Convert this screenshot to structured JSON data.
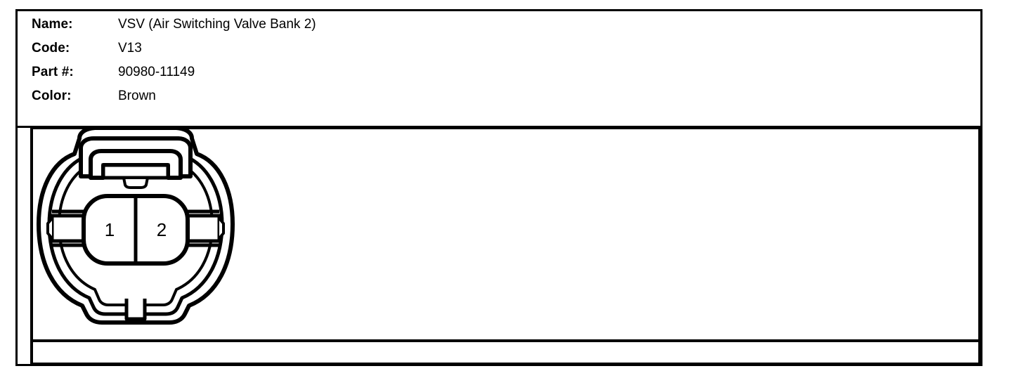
{
  "component": {
    "fields": [
      {
        "label": "Name:",
        "value": "VSV (Air Switching Valve Bank 2)"
      },
      {
        "label": "Code:",
        "value": "V13"
      },
      {
        "label": "Part #:",
        "value": "90980-11149"
      },
      {
        "label": "Color:",
        "value": "Brown"
      }
    ]
  },
  "diagram": {
    "type": "connector-face-view",
    "description": "Two-pin automotive connector front view with top latch and bottom keyway",
    "pins": [
      {
        "number": "1",
        "position": "left"
      },
      {
        "number": "2",
        "position": "right"
      }
    ],
    "line_color": "#000000",
    "fill_color": "#ffffff"
  }
}
